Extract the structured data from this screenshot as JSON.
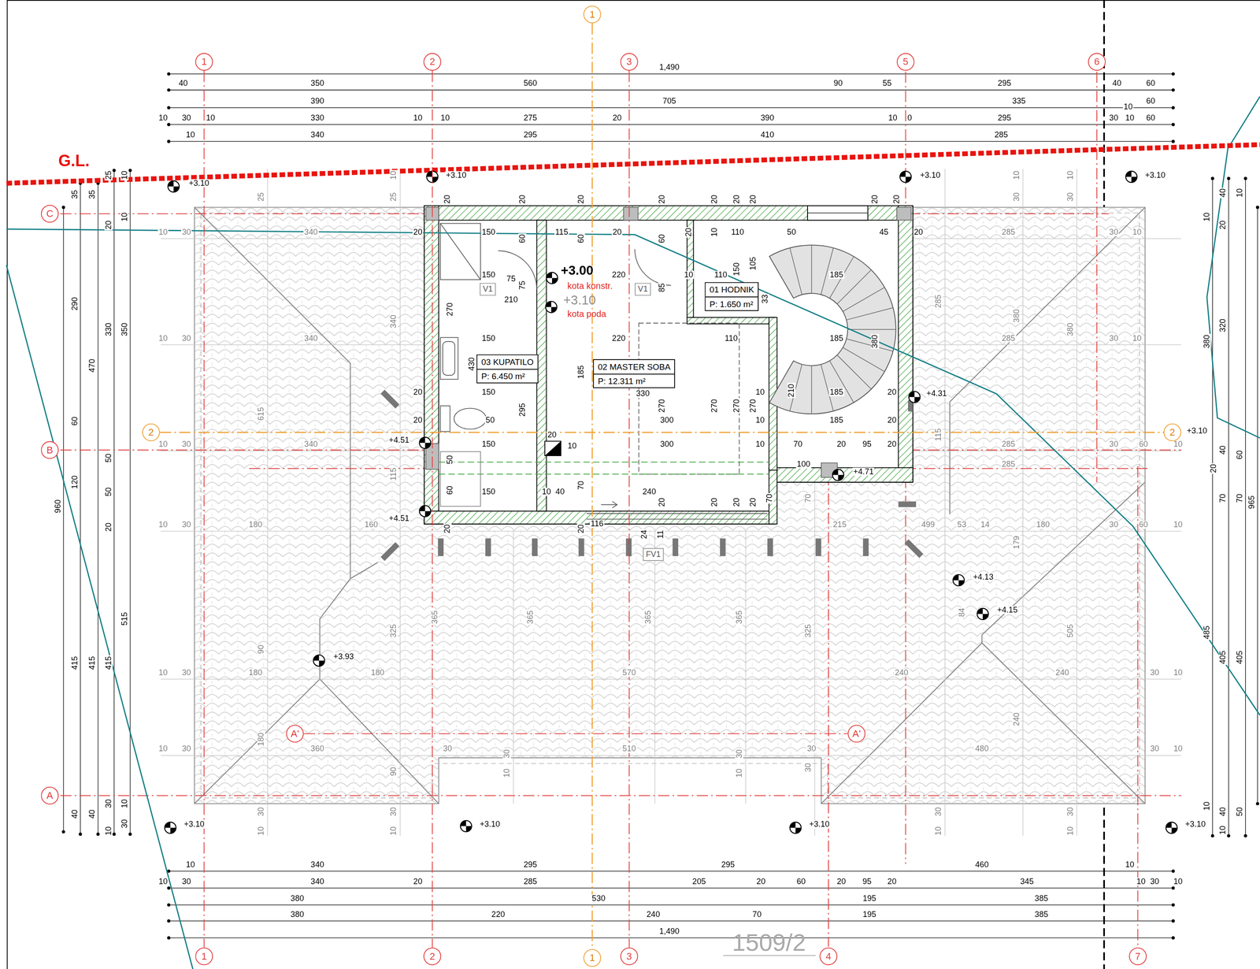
{
  "diagram": {
    "nodes": [
      {
        "text": [
          "1"
        ]
      },
      {
        "text": [
          "1"
        ]
      },
      {
        "text": [
          "2"
        ]
      },
      {
        "text": [
          "3"
        ]
      },
      {
        "text": [
          "5"
        ]
      },
      {
        "text": [
          "6"
        ]
      },
      {
        "text": [
          "C"
        ]
      },
      {
        "text": [
          "01 HODNIK",
          "P: 1.650 m²"
        ]
      },
      {
        "text": [
          "V1"
        ]
      },
      {
        "text": [
          "V1"
        ]
      },
      {
        "text": [
          "03 KUPATILO",
          "P: 6.450 m²"
        ]
      },
      {
        "text": [
          "02 MASTER SOBA",
          "P: 12.311 m²"
        ]
      },
      {
        "text": [
          "2"
        ]
      },
      {
        "text": [
          "2"
        ]
      },
      {
        "text": [
          "B"
        ]
      },
      {
        "text": [
          "FV1"
        ]
      },
      {
        "text": [
          "A'"
        ]
      },
      {
        "text": [
          "A'"
        ]
      },
      {
        "text": [
          "A"
        ]
      },
      {
        "text": [
          "1"
        ]
      },
      {
        "text": [
          "2"
        ]
      },
      {
        "text": [
          "1"
        ]
      },
      {
        "text": [
          "3"
        ]
      },
      {
        "text": [
          "4"
        ]
      },
      {
        "text": [
          "7"
        ]
      }
    ],
    "edges": [
      {
        "from": 0,
        "to": 21,
        "arrow": "none"
      },
      {
        "from": 1,
        "to": 19,
        "arrow": "none"
      },
      {
        "from": 2,
        "to": 20,
        "arrow": "none"
      },
      {
        "from": 3,
        "to": 22,
        "arrow": "none"
      },
      {
        "from": 12,
        "to": 13,
        "arrow": "none"
      },
      {
        "from": 16,
        "to": 17,
        "arrow": "none"
      }
    ],
    "labels": [
      "1,490",
      "40",
      "350",
      "560",
      "90",
      "55",
      "295",
      "40",
      "60",
      "390",
      "705",
      "335",
      "10",
      "60",
      "10",
      "30",
      "10",
      "330",
      "10",
      "10",
      "275",
      "20",
      "390",
      "10",
      "0",
      "295",
      "30",
      "10",
      "60",
      "10",
      "340",
      "295",
      "410",
      "285",
      "G.L.",
      "+3.10",
      "+3.10",
      "+3.10",
      "+3.10",
      "+3.10",
      "+3.10",
      "+3.10",
      "+3.10",
      "+4.31",
      "+4.51",
      "+4.51",
      "+4.71",
      "+4.13",
      "+4.15",
      "+3.93",
      "+3.10",
      "+3.00",
      "kota konstr.",
      "+3.10",
      "kota poda",
      "35",
      "35",
      "25",
      "10",
      "20",
      "10",
      "290",
      "330",
      "350",
      "470",
      "60",
      "50",
      "50",
      "120",
      "20",
      "960",
      "515",
      "415",
      "415",
      "415",
      "40",
      "40",
      "30",
      "10",
      "10",
      "30",
      "40",
      "10",
      "10",
      "20",
      "320",
      "380",
      "40",
      "20",
      "60",
      "70",
      "70",
      "965",
      "485",
      "405",
      "405",
      "10",
      "40",
      "50",
      "10",
      "10",
      "340",
      "295",
      "295",
      "460",
      "10",
      "10",
      "30",
      "340",
      "20",
      "285",
      "205",
      "20",
      "60",
      "20",
      "95",
      "20",
      "345",
      "10",
      "30",
      "10",
      "380",
      "530",
      "195",
      "385",
      "380",
      "220",
      "240",
      "70",
      "195",
      "385",
      "1,490",
      "1509/2",
      "10",
      "30",
      "340",
      "285",
      "30",
      "10",
      "10",
      "30",
      "340",
      "285",
      "30",
      "10",
      "10",
      "30",
      "340",
      "285",
      "30",
      "60",
      "10",
      "285",
      "10",
      "30",
      "180",
      "160",
      "215",
      "499",
      "53",
      "14",
      "180",
      "30",
      "60",
      "10",
      "10",
      "30",
      "180",
      "180",
      "570",
      "240",
      "240",
      "30",
      "10",
      "10",
      "30",
      "360",
      "30",
      "510",
      "30",
      "480",
      "30",
      "10",
      "10",
      "25",
      "25",
      "340",
      "615",
      "115",
      "325",
      "90",
      "365",
      "365",
      "365",
      "365",
      "325",
      "84",
      "505",
      "10",
      "30",
      "10",
      "30",
      "285",
      "380",
      "380",
      "115",
      "179",
      "240",
      "180",
      "90",
      "30",
      "10",
      "30",
      "10",
      "30",
      "30",
      "10",
      "30",
      "10",
      "30",
      "10",
      "30",
      "10",
      "70",
      "20",
      "20",
      "20",
      "20",
      "20",
      "20",
      "20",
      "20",
      "20",
      "20",
      "150",
      "115",
      "20",
      "110",
      "50",
      "45",
      "20",
      "60",
      "60",
      "60",
      "20",
      "10",
      "105",
      "150",
      "33",
      "150",
      "75",
      "75",
      "210",
      "220",
      "85",
      "10",
      "110",
      "185",
      "150",
      "220",
      "110",
      "185",
      "380",
      "270",
      "430",
      "20",
      "150",
      "185",
      "330",
      "10",
      "210",
      "185",
      "20",
      "20",
      "50",
      "295",
      "300",
      "270",
      "270",
      "270",
      "270",
      "10",
      "185",
      "20",
      "20",
      "10",
      "150",
      "300",
      "10",
      "70",
      "20",
      "95",
      "20",
      "50",
      "100",
      "60",
      "150",
      "10",
      "40",
      "70",
      "240",
      "20",
      "20",
      "20",
      "20",
      "70",
      "20",
      "20",
      "116",
      "24",
      "11"
    ]
  }
}
